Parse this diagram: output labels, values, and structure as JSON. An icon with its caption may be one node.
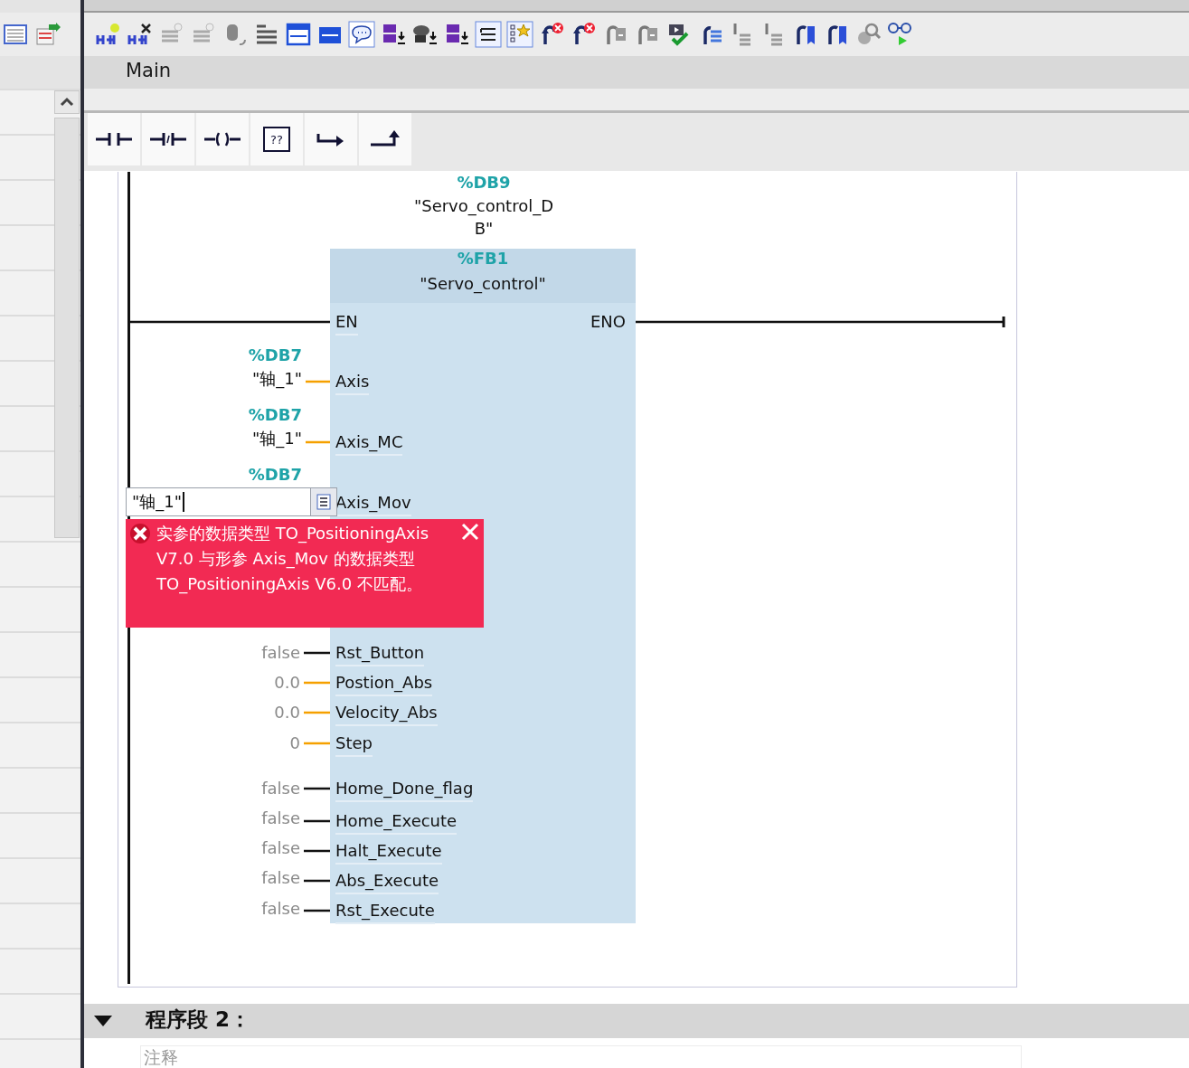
{
  "diagram": {
    "nodes": [
      {
        "text": [],
        "shape": "bar"
      },
      {
        "text": [
          "%FB1",
          "\"Servo_control\""
        ],
        "beside": [
          "%DB9",
          "\"Servo_control_DB\""
        ]
      },
      {
        "text": [
          "EN"
        ],
        "in": 1
      },
      {
        "text": [
          "ENO"
        ],
        "in": 1
      },
      {
        "text": [
          "Axis"
        ],
        "in": 1
      },
      {
        "text": [
          "Axis_MC"
        ],
        "in": 1
      },
      {
        "text": [
          "Axis_Mov"
        ],
        "in": 1
      },
      {
        "text": [
          "Rst_Button"
        ],
        "in": 1
      },
      {
        "text": [
          "Postion_Abs"
        ],
        "in": 1
      },
      {
        "text": [
          "Velocity_Abs"
        ],
        "in": 1
      },
      {
        "text": [
          "Step"
        ],
        "in": 1
      },
      {
        "text": [
          "Home_Done_flag"
        ],
        "in": 1
      },
      {
        "text": [
          "Home_Execute"
        ],
        "in": 1
      },
      {
        "text": [
          "Halt_Execute"
        ],
        "in": 1
      },
      {
        "text": [
          "Abs_Execute"
        ],
        "in": 1
      },
      {
        "text": [
          "Rst_Execute"
        ],
        "in": 1
      },
      {
        "text": [
          "%DB7",
          "\"轴_1\""
        ]
      },
      {
        "text": [
          "%DB7",
          "\"轴_1\""
        ]
      },
      {
        "text": [
          "%DB7"
        ]
      },
      {
        "text": [
          "\"轴_1\""
        ]
      },
      {
        "text": [
          "实参的数据类型 TO_PositioningAxis V7.0 与形参 Axis_Mov 的数据类型 TO_PositioningAxis V6.0 不匹配。"
        ]
      },
      {
        "text": [
          "false"
        ]
      },
      {
        "text": [
          "0.0"
        ]
      },
      {
        "text": [
          "0.0"
        ]
      },
      {
        "text": [
          "0"
        ]
      },
      {
        "text": [
          "false"
        ]
      },
      {
        "text": [
          "false"
        ]
      },
      {
        "text": [
          "false"
        ]
      },
      {
        "text": [
          "false"
        ]
      },
      {
        "text": [
          "false"
        ]
      }
    ],
    "edges": [
      {
        "from": 0,
        "to": 2,
        "arrow": "none"
      },
      {
        "from": 3,
        "to": null,
        "arrow": "other"
      },
      {
        "from": 16,
        "to": 4,
        "arrow": "none",
        "color": "#f5a000"
      },
      {
        "from": 17,
        "to": 5,
        "arrow": "none",
        "color": "#f5a000"
      },
      {
        "from": 21,
        "to": 7,
        "arrow": "none"
      },
      {
        "from": 22,
        "to": 8,
        "arrow": "none",
        "color": "#f5a000"
      },
      {
        "from": 23,
        "to": 9,
        "arrow": "none",
        "color": "#f5a000"
      },
      {
        "from": 24,
        "to": 10,
        "arrow": "none",
        "color": "#f5a000"
      },
      {
        "from": 25,
        "to": 11,
        "arrow": "none"
      },
      {
        "from": 26,
        "to": 12,
        "arrow": "none"
      },
      {
        "from": 27,
        "to": 13,
        "arrow": "none"
      },
      {
        "from": 28,
        "to": 14,
        "arrow": "none"
      },
      {
        "from": 29,
        "to": 15,
        "arrow": "none"
      }
    ],
    "labels": [
      "Main",
      "??",
      "程序段 2：",
      "注释"
    ]
  }
}
